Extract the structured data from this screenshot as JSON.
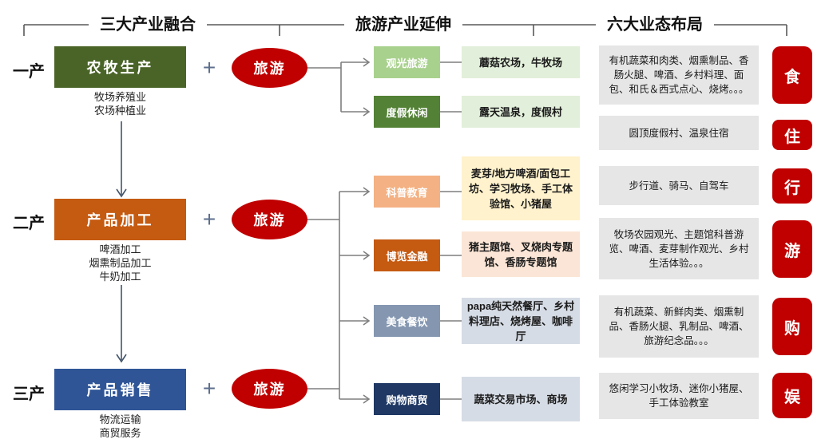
{
  "headers": {
    "industries": "三大产业融合",
    "tourism": "旅游产业延伸",
    "formats": "六大业态布局"
  },
  "plus_sign": "+",
  "industries": [
    {
      "tier": "一产",
      "box": "农牧生产",
      "box_color": "#4a6428",
      "sub": [
        "牧场养殖业",
        "农场种植业"
      ],
      "tour": "旅游"
    },
    {
      "tier": "二产",
      "box": "产品加工",
      "box_color": "#c55a11",
      "sub": [
        "啤酒加工",
        "烟熏制品加工",
        "牛奶加工"
      ],
      "tour": "旅游"
    },
    {
      "tier": "三产",
      "box": "产品销售",
      "box_color": "#2f5597",
      "sub": [
        "物流运输",
        "商贸服务"
      ],
      "tour": "旅游"
    }
  ],
  "extensions": [
    {
      "label": "观光旅游",
      "color": "#a9d18e",
      "example": "蘑菇农场，牛牧场",
      "example_bg": "#e2efda"
    },
    {
      "label": "度假休闲",
      "color": "#538135",
      "example": "露天温泉，度假村",
      "example_bg": "#e2efda"
    },
    {
      "label": "科普教育",
      "color": "#f4b183",
      "example": "麦芽/地方啤酒/面包工坊、学习牧场、手工体验馆、小猪屋",
      "example_bg": "#fff2cc"
    },
    {
      "label": "博览金融",
      "color": "#c55a11",
      "example": "猪主题馆、叉烧肉专题馆、香肠专题馆",
      "example_bg": "#fbe5d6"
    },
    {
      "label": "美食餐饮",
      "color": "#8496b0",
      "example": "papa纯天然餐厅、乡村料理店、烧烤屋、咖啡厅",
      "example_bg": "#d6dce5"
    },
    {
      "label": "购物商贸",
      "color": "#1f3864",
      "example": "蔬菜交易市场、商场",
      "example_bg": "#d6dce5"
    }
  ],
  "formats": [
    {
      "tag": "食",
      "desc": "有机蔬菜和肉类、烟熏制品、香肠火腿、啤酒、乡村料理、面包、和氏＆西式点心、烧烤。。。"
    },
    {
      "tag": "住",
      "desc": "圆顶度假村、温泉住宿"
    },
    {
      "tag": "行",
      "desc": "步行道、骑马、自驾车"
    },
    {
      "tag": "游",
      "desc": "牧场农园观光、主题馆科普游览、啤酒、麦芽制作观光、乡村生活体验。。。"
    },
    {
      "tag": "购",
      "desc": "有机蔬菜、新鲜肉类、烟熏制品、香肠火腿、乳制品、啤酒、旅游纪念品。。。"
    },
    {
      "tag": "娱",
      "desc": "悠闲学习小牧场、迷你小猪屋、手工体验教室"
    }
  ],
  "palette": {
    "accent_red": "#c00000",
    "connector_gray": "#7f7f7f",
    "arrow_navy": "#44546a",
    "header_line": "#595959",
    "format_box_bg": "#e7e6e6"
  }
}
